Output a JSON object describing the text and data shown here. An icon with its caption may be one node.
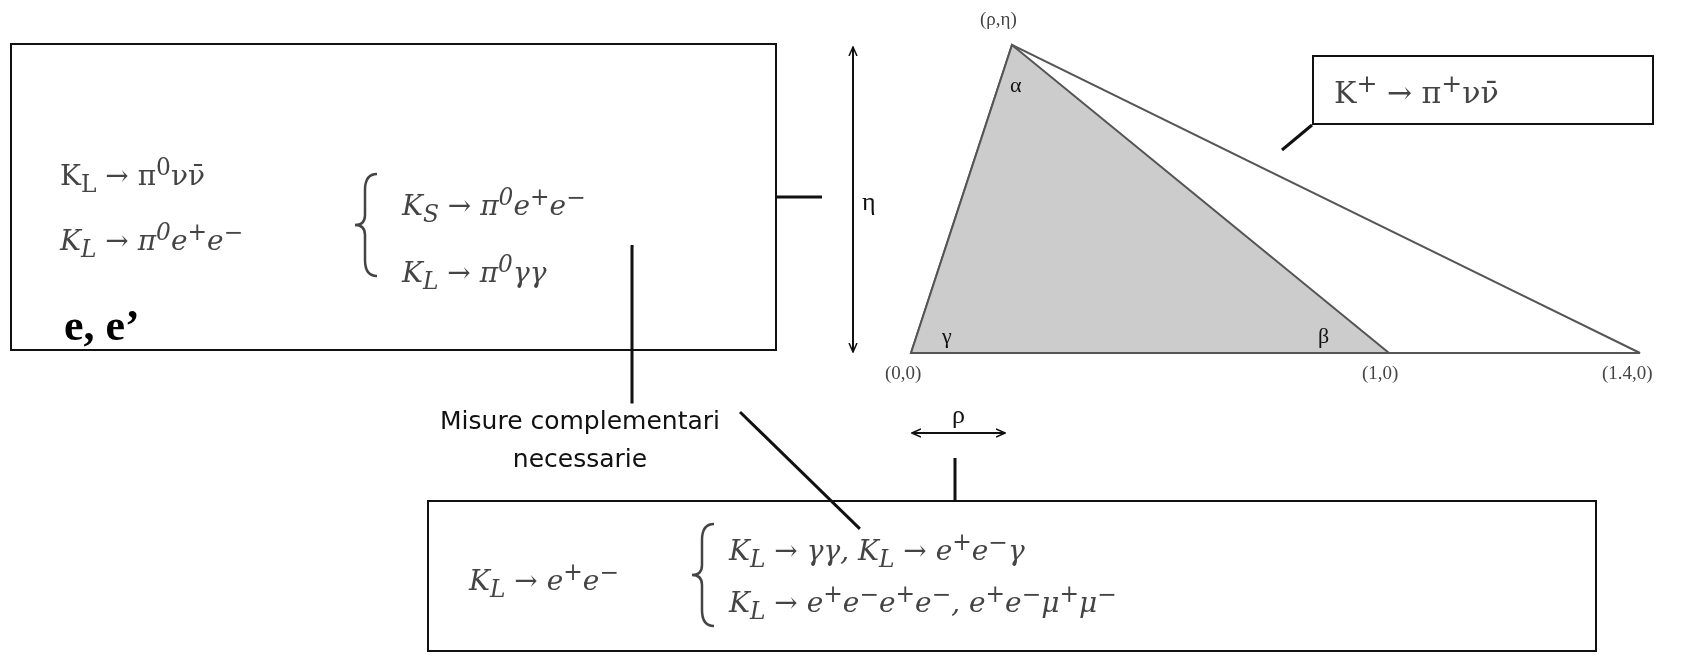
{
  "diagram": {
    "nodes": [
      {
        "text": [
          "K$_{L}$ → π$^{0}$νν̄",
          "K$_{L}$ → π$^{0}$e$^{+}$e$^{−}$",
          "K$_{S}$ → π$^{0}$e$^{+}$e$^{−}$",
          "K$_{L}$ → π$^{0}$γγ",
          "e, e’"
        ]
      },
      {
        "text": [
          "K$^{+}$ → π$^{+}$νν̄"
        ]
      },
      {
        "text": [
          "K$_{L}$ → e$^{+}$e$^{−}$",
          "K$_{L}$ → γγ, K$_{L}$ → e$^{+}$e$^{−}$γ",
          "K$_{L}$ → e$^{+}$e$^{−}$e$^{+}$e$^{−}$, e$^{+}$e$^{−}$μ$^{+}$μ$^{−}$"
        ]
      },
      {
        "text": [
          "Misure complementari necessarie"
        ]
      },
      {
        "text": [],
        "shape": "picture"
      }
    ],
    "edges": [
      {
        "from": 0,
        "to": 4,
        "arrow": "none"
      },
      {
        "from": 1,
        "to": 4,
        "arrow": "none"
      },
      {
        "from": 2,
        "to": 4,
        "arrow": "none"
      },
      {
        "from": 3,
        "to": 0,
        "arrow": "none"
      },
      {
        "from": 3,
        "to": 2,
        "arrow": "none"
      }
    ],
    "labels": [
      "(ρ,η)",
      "α",
      "η",
      "γ",
      "β",
      "(0,0)",
      "(1,0)",
      "(1.4,0)",
      "ρ"
    ]
  }
}
